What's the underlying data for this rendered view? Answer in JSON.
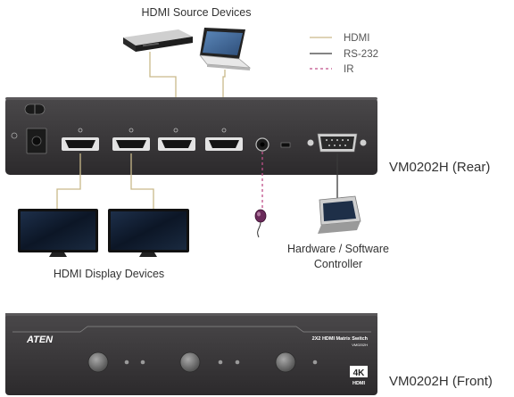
{
  "labels": {
    "source_devices": "HDMI Source Devices",
    "display_devices": "HDMI Display Devices",
    "controller_line1": "Hardware / Software",
    "controller_line2": "Controller",
    "rear_model": "VM0202H (Rear)",
    "front_model": "VM0202H (Front)"
  },
  "legend": {
    "items": [
      {
        "label": "HDMI",
        "color": "#c9b98a",
        "style": "solid"
      },
      {
        "label": "RS-232",
        "color": "#3a3a3a",
        "style": "solid"
      },
      {
        "label": "IR",
        "color": "#c0508a",
        "style": "dashed"
      }
    ]
  },
  "front_panel": {
    "brand": "ATEN",
    "product_title": "2X2 HDMI Matrix Switch",
    "product_model": "VM0202H",
    "badge_main": "4K",
    "badge_sub": "HDMI"
  },
  "colors": {
    "chassis": "#3d3b3d",
    "hdmi_cable": "#c9b98a",
    "rs232_cable": "#3a3a3a",
    "ir_cable": "#c0508a"
  }
}
